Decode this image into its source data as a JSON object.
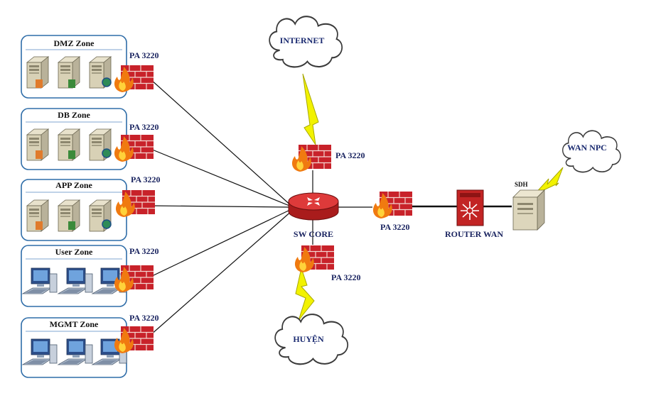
{
  "zones": [
    {
      "title": "DMZ Zone",
      "kind": "server",
      "firewall_label": "PA 3220"
    },
    {
      "title": "DB Zone",
      "kind": "server",
      "firewall_label": "PA 3220"
    },
    {
      "title": "APP Zone",
      "kind": "server",
      "firewall_label": "PA 3220"
    },
    {
      "title": "User Zone",
      "kind": "workstation",
      "firewall_label": "PA 3220"
    },
    {
      "title": "MGMT Zone",
      "kind": "workstation",
      "firewall_label": "PA 3220"
    }
  ],
  "core": {
    "label": "SW CORE"
  },
  "internet": {
    "cloud_label": "INTERNET",
    "firewall_label": "PA 3220"
  },
  "huyen": {
    "cloud_label": "HUYỆN",
    "firewall_label": "PA 3220"
  },
  "wan": {
    "firewall_label": "PA 3220",
    "router_label": "ROUTER WAN",
    "sdh_label": "SDH",
    "cloud_label": "WAN NPC"
  },
  "colors": {
    "firewall_brick": "#c8222a",
    "flame": "#f07a10",
    "lightning": "#f2f200",
    "router": "#d42a2a",
    "zone_border": "#2f6da8",
    "label_text": "#1a2460"
  }
}
